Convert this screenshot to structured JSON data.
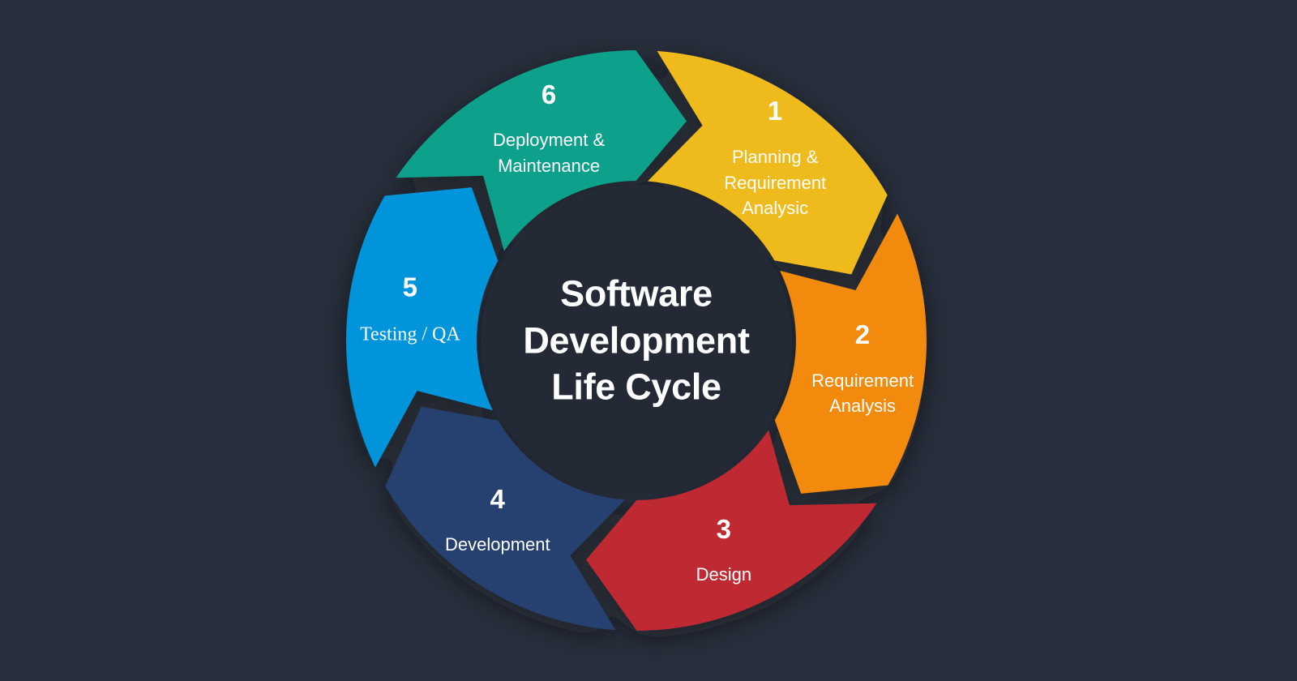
{
  "diagram": {
    "title_lines": [
      "Software",
      "Development",
      "Life Cycle"
    ],
    "background_color": "#282f3c",
    "center_circle_color": "#232a36",
    "text_color": "#ffffff",
    "segment_count": 6,
    "flow_direction": "clockwise",
    "segments": [
      {
        "number": "1",
        "label": "Planning &\nRequirement\nAnalysic",
        "color": "#efbb1c",
        "font": "sans",
        "position": "top-right"
      },
      {
        "number": "2",
        "label": "Requirement\nAnalysis",
        "color": "#f28a07",
        "font": "sans",
        "position": "right"
      },
      {
        "number": "3",
        "label": "Design",
        "color": "#bf2a32",
        "font": "sans",
        "position": "bottom-right"
      },
      {
        "number": "4",
        "label": "Development",
        "color": "#27406f",
        "font": "sans",
        "position": "bottom-left"
      },
      {
        "number": "5",
        "label": "Testing / QA",
        "color": "#0494db",
        "font": "serif",
        "position": "left"
      },
      {
        "number": "6",
        "label": "Deployment &\nMaintenance",
        "color": "#0ca08a",
        "font": "sans",
        "position": "top-left"
      }
    ]
  },
  "chart_data": {
    "type": "pie",
    "title": "Software Development Life Cycle",
    "categories": [
      "Planning & Requirement Analysic",
      "Requirement Analysis",
      "Design",
      "Development",
      "Testing / QA",
      "Deployment & Maintenance"
    ],
    "values": [
      1,
      1,
      1,
      1,
      1,
      1
    ],
    "colors": [
      "#efbb1c",
      "#f28a07",
      "#bf2a32",
      "#27406f",
      "#0494db",
      "#0ca08a"
    ],
    "legend": "none",
    "grid": false,
    "xlabel": "",
    "ylabel": ""
  }
}
